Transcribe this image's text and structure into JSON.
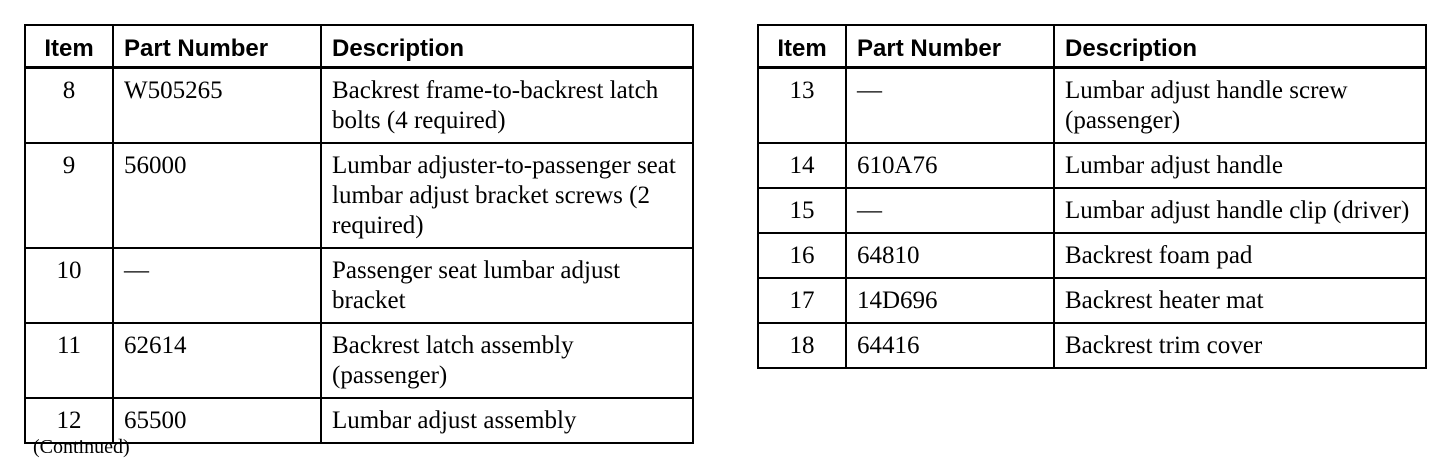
{
  "columns": {
    "item": "Item",
    "part_number": "Part Number",
    "description": "Description"
  },
  "left_table": {
    "rows": [
      {
        "item": "8",
        "part_number": "W505265",
        "description": "Backrest frame-to-backrest latch bolts (4 required)"
      },
      {
        "item": "9",
        "part_number": "56000",
        "description": "Lumbar adjuster-to-passenger seat lumbar adjust bracket screws (2 required)"
      },
      {
        "item": "10",
        "part_number": "—",
        "description": "Passenger seat lumbar adjust bracket"
      },
      {
        "item": "11",
        "part_number": "62614",
        "description": "Backrest latch assembly (passenger)"
      },
      {
        "item": "12",
        "part_number": "65500",
        "description": "Lumbar adjust assembly"
      }
    ]
  },
  "right_table": {
    "rows": [
      {
        "item": "13",
        "part_number": "—",
        "description": "Lumbar adjust handle screw (passenger)"
      },
      {
        "item": "14",
        "part_number": "610A76",
        "description": "Lumbar adjust handle"
      },
      {
        "item": "15",
        "part_number": "—",
        "description": "Lumbar adjust handle clip (driver)"
      },
      {
        "item": "16",
        "part_number": "64810",
        "description": "Backrest foam pad"
      },
      {
        "item": "17",
        "part_number": "14D696",
        "description": "Backrest heater mat"
      },
      {
        "item": "18",
        "part_number": "64416",
        "description": "Backrest trim cover"
      }
    ]
  },
  "footnote": "(Continued)"
}
